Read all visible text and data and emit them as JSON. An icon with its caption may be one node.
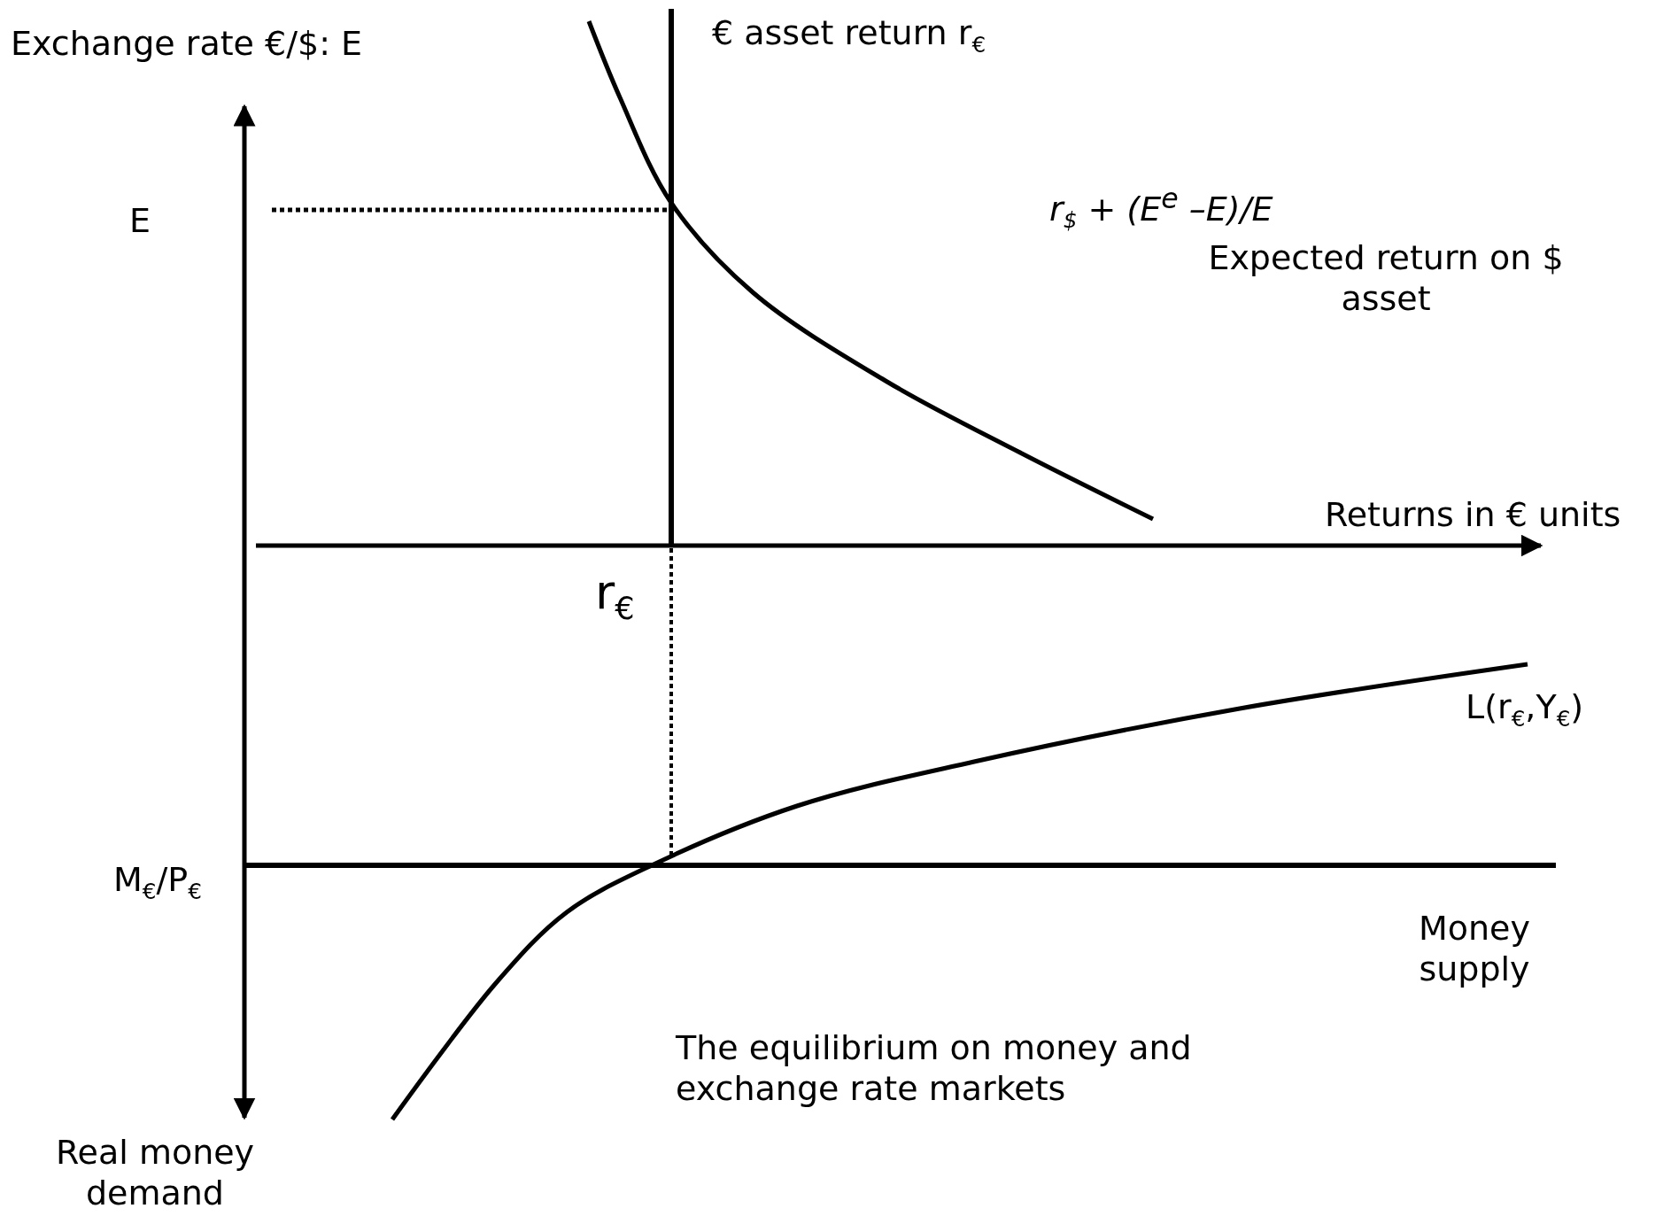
{
  "diagram": {
    "labels": [
      "Exchange rate €/$: E",
      "€ asset return r$_{€}$",
      "E",
      "r$_{$}$ +  (E$^{e}$ –E)/E",
      "Expected return on $ asset",
      "Returns in € units",
      "r$_{€}$",
      "L(r$_{€}$,Y$_{€}$)",
      "M$_{€}$/P$_{€}$",
      "Money supply",
      "The equilibrium on money and exchange rate markets",
      "Real money demand"
    ]
  }
}
